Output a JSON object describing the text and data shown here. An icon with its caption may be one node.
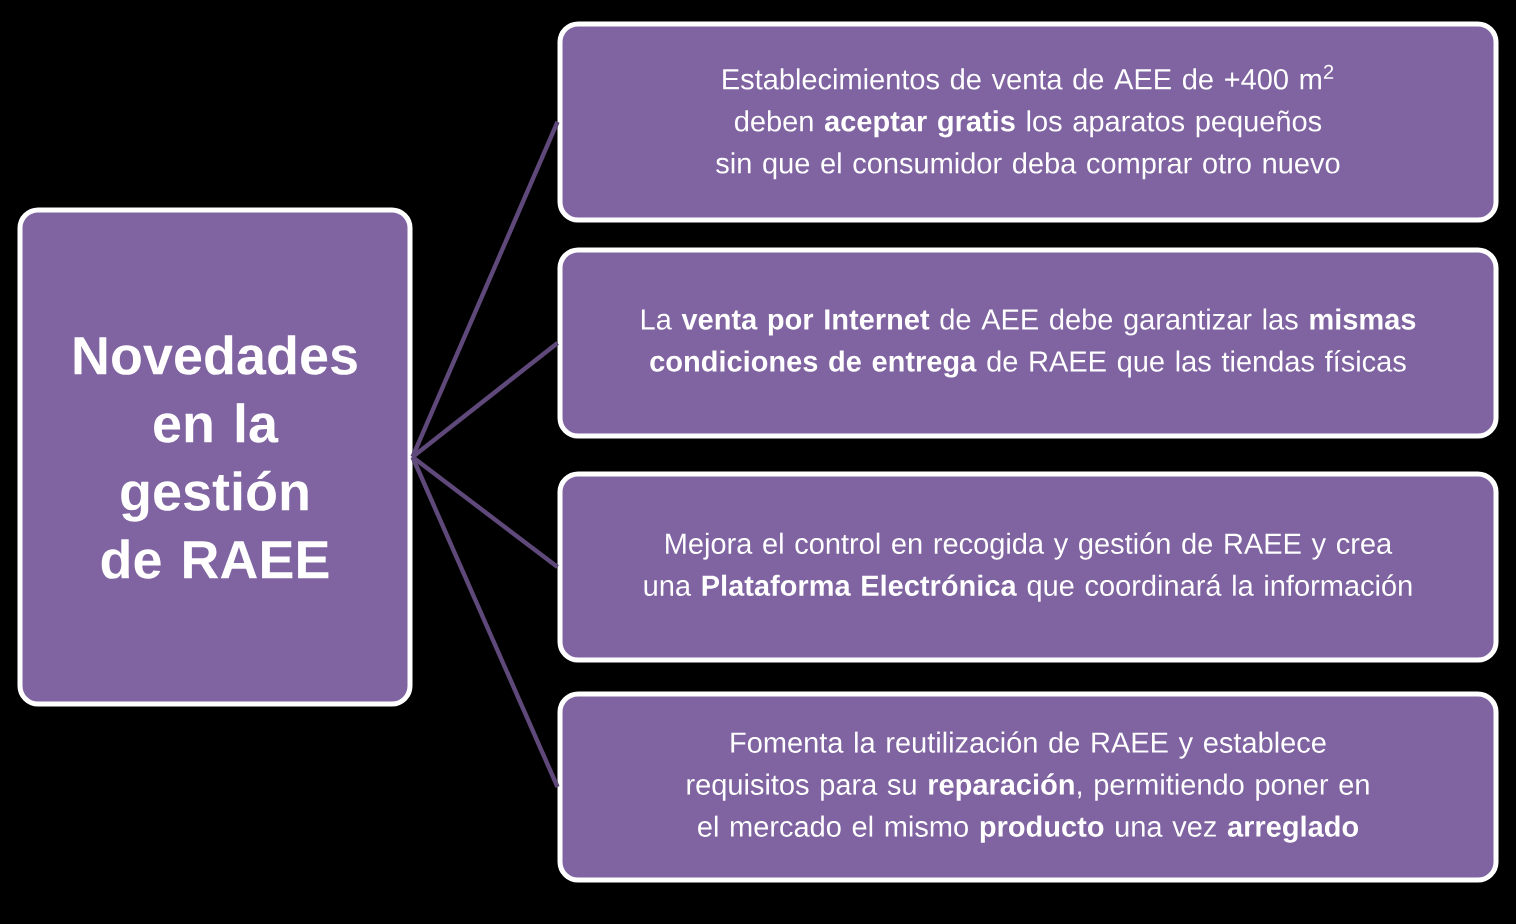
{
  "diagram": {
    "nodes": [
      {
        "text": [
          "Novedades en la gestión de RAEE"
        ]
      },
      {
        "text": [
          "Establecimientos de venta de AEE de +400 m$^{2}$ deben **aceptar gratis** los aparatos pequeños sin que el consumidor deba comprar otro nuevo"
        ]
      },
      {
        "text": [
          "La **venta por Internet** de AEE debe garantizar las **mismas condiciones de entrega** de RAEE que las tiendas físicas"
        ]
      },
      {
        "text": [
          "Mejora el control en recogida y gestión de RAEE y crea una **Plataforma Electrónica** que coordinará la información"
        ]
      },
      {
        "text": [
          "Fomenta la reutilización de RAEE y establece requisitos para su **reparación**, permitiendo poner en el mercado el mismo **producto** una vez **arreglado**"
        ]
      }
    ],
    "edges": [
      {
        "from": 0,
        "to": 1,
        "arrow": "none"
      },
      {
        "from": 0,
        "to": 2,
        "arrow": "none"
      },
      {
        "from": 0,
        "to": 3,
        "arrow": "none"
      },
      {
        "from": 0,
        "to": 4,
        "arrow": "none"
      }
    ]
  }
}
